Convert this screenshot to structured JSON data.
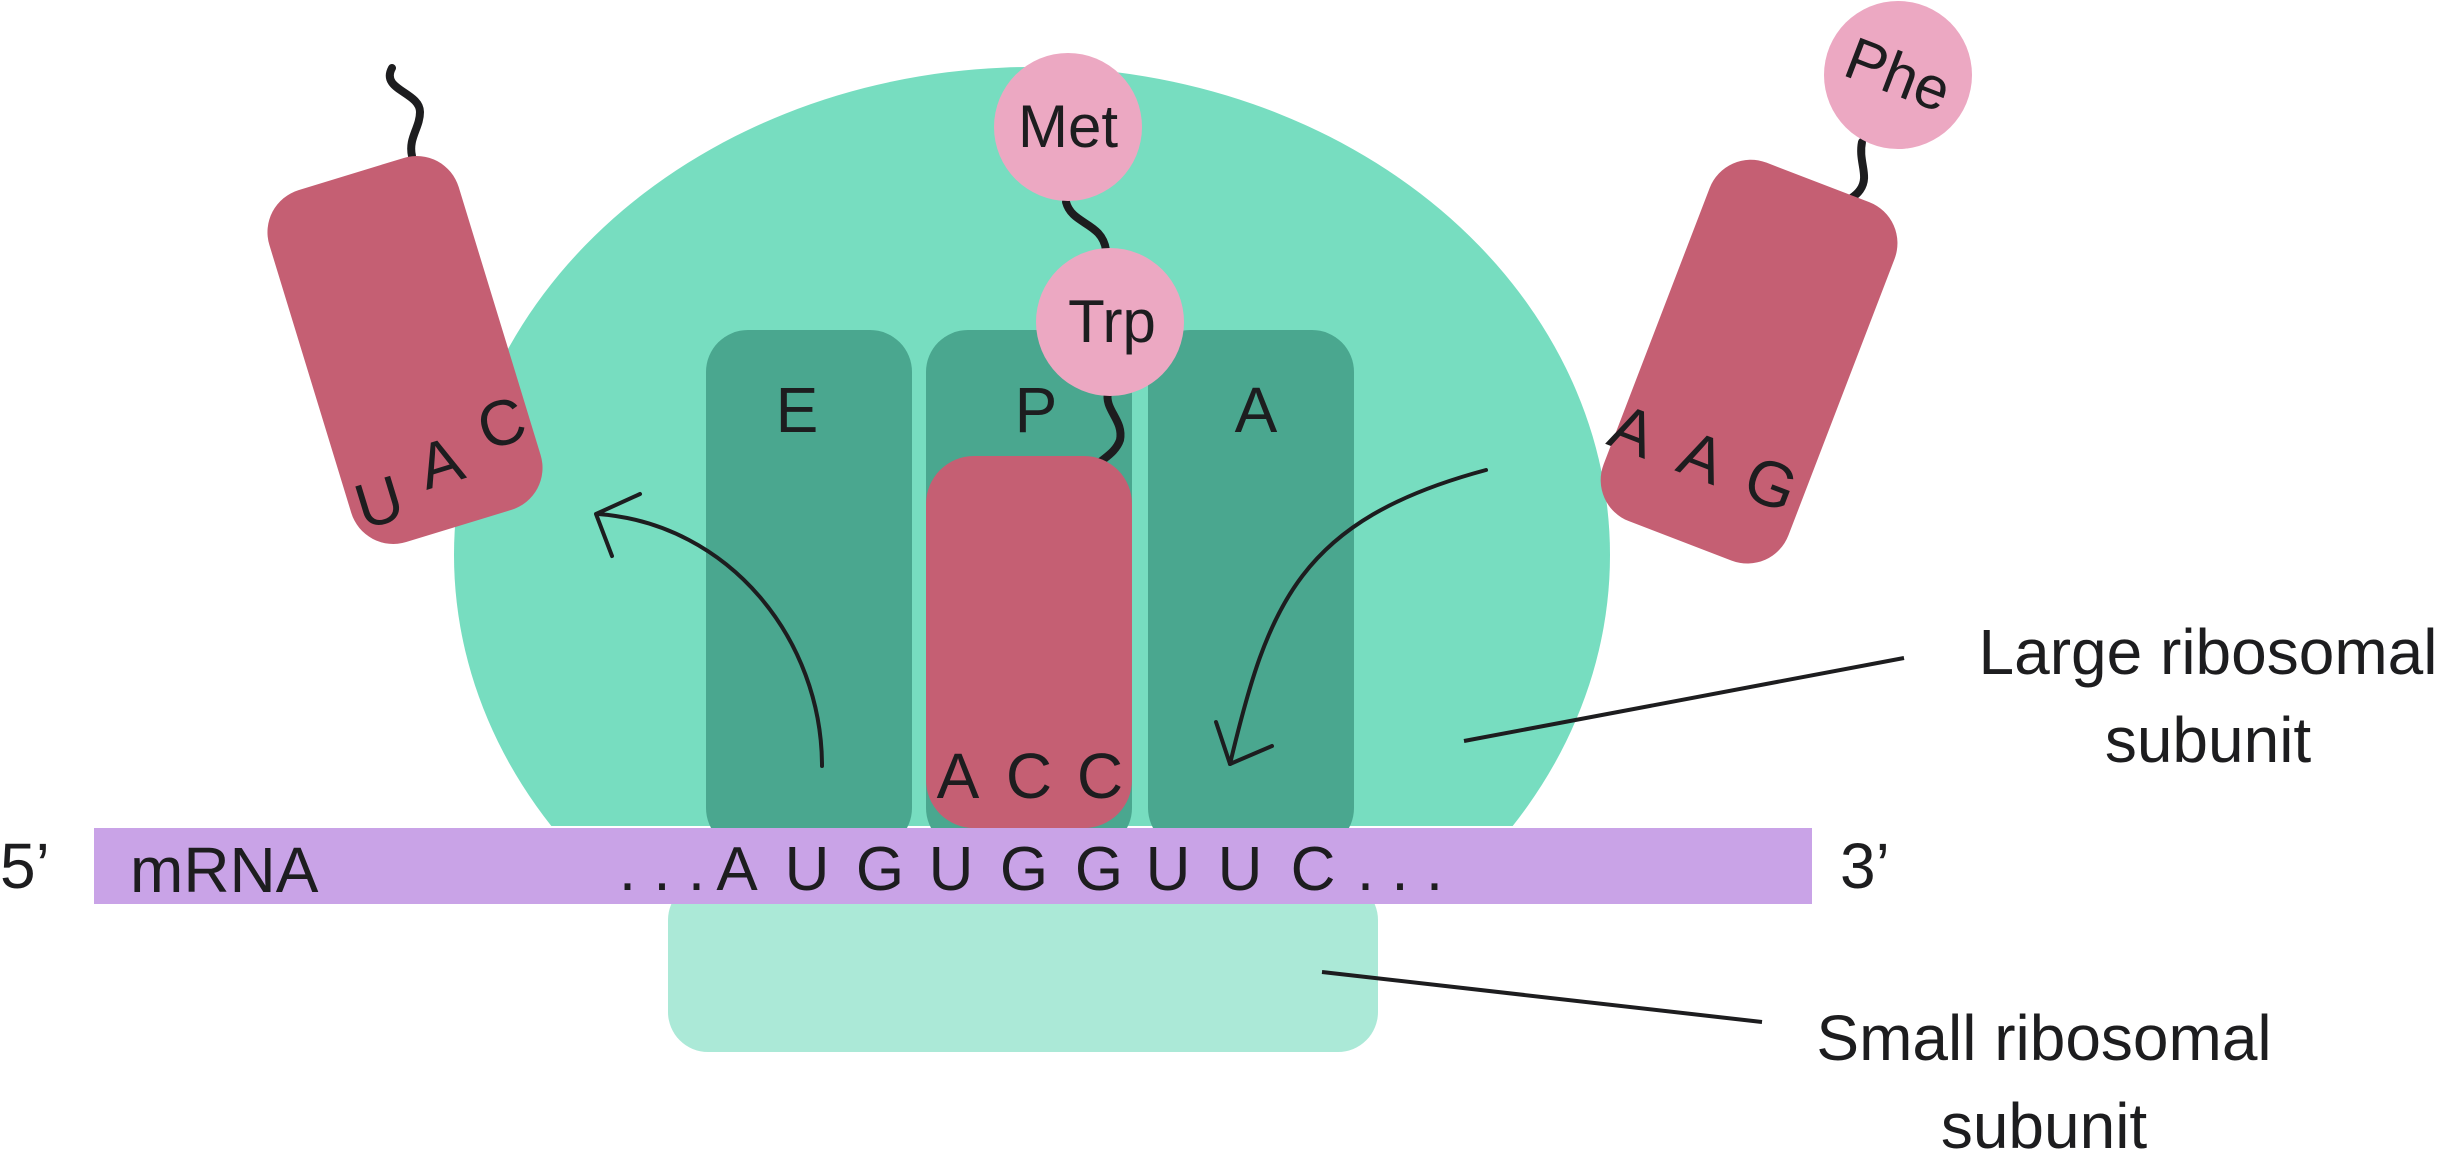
{
  "colors": {
    "large_subunit": "#77ddc0",
    "small_subunit": "#abe9d7",
    "site": "#4aa78f",
    "trna": "#c55f73",
    "amino_acid": "#eca8c2",
    "mrna": "#c9a3e7",
    "line": "#1d1d1f"
  },
  "sites": {
    "e": "E",
    "p": "P",
    "a": "A"
  },
  "amino_acids": {
    "met": "Met",
    "trp": "Trp",
    "phe": "Phe"
  },
  "trna_left": {
    "anticodon": [
      "U",
      "A",
      "C"
    ]
  },
  "trna_p": {
    "anticodon": [
      "A",
      "C",
      "C"
    ]
  },
  "trna_right": {
    "anticodon": [
      "A",
      "A",
      "G"
    ]
  },
  "mrna": {
    "five_prime": "5’",
    "three_prime": "3’",
    "label": "mRNA",
    "sequence": [
      ". . .",
      "A",
      "U",
      "G",
      "U",
      "G",
      "G",
      "U",
      "U",
      "C",
      ". . ."
    ]
  },
  "labels": {
    "large_line1": "Large ribosomal",
    "large_line2": "subunit",
    "small_line1": "Small ribosomal",
    "small_line2": "subunit"
  }
}
